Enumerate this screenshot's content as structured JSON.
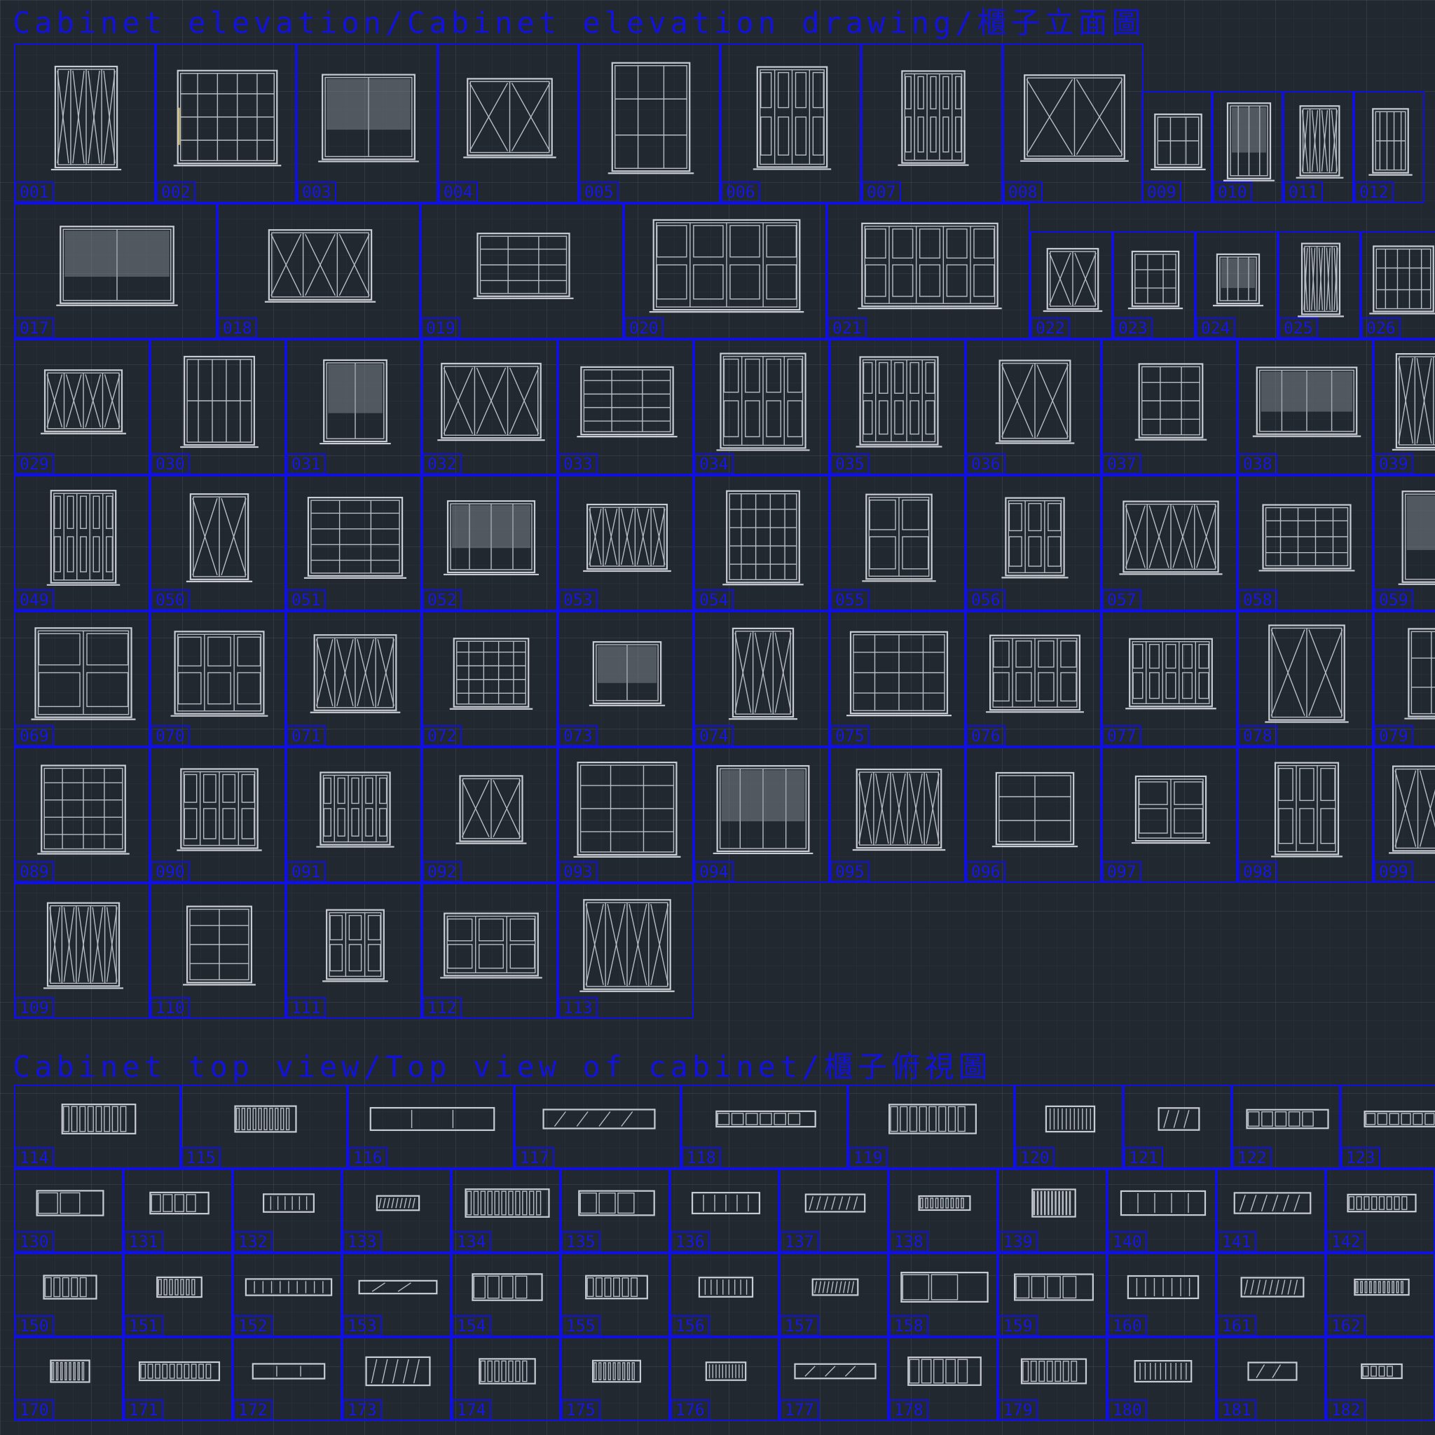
{
  "elevation_title": "Cabinet elevation/Cabinet elevation drawing/櫃子立面圖",
  "top_view_title": "Cabinet top view/Top view of cabinet/櫃子俯視圖",
  "elevation_rows": [
    [
      "001",
      "002",
      "003",
      "004",
      "005",
      "006",
      "007",
      "008",
      "009",
      "010",
      "011",
      "012"
    ],
    [
      "017",
      "018",
      "019",
      "020",
      "021",
      "022",
      "023",
      "024",
      "025",
      "026"
    ],
    [
      "029",
      "030",
      "031",
      "032",
      "033",
      "034",
      "035",
      "036",
      "037",
      "038",
      "039"
    ],
    [
      "049",
      "050",
      "051",
      "052",
      "053",
      "054",
      "055",
      "056",
      "057",
      "058",
      "059"
    ],
    [
      "069",
      "070",
      "071",
      "072",
      "073",
      "074",
      "075",
      "076",
      "077",
      "078",
      "079"
    ],
    [
      "089",
      "090",
      "091",
      "092",
      "093",
      "094",
      "095",
      "096",
      "097",
      "098",
      "099"
    ],
    [
      "109",
      "110",
      "111",
      "112",
      "113"
    ]
  ],
  "top_view_rows": [
    [
      "114",
      "115",
      "116",
      "117",
      "118",
      "119",
      "120",
      "121",
      "122",
      "123"
    ],
    [
      "130",
      "131",
      "132",
      "133",
      "134",
      "135",
      "136",
      "137",
      "138",
      "139",
      "140",
      "141",
      "142"
    ],
    [
      "150",
      "151",
      "152",
      "153",
      "154",
      "155",
      "156",
      "157",
      "158",
      "159",
      "160",
      "161",
      "162"
    ],
    [
      "170",
      "171",
      "172",
      "173",
      "174",
      "175",
      "176",
      "177",
      "178",
      "179",
      "180",
      "181",
      "182"
    ]
  ],
  "colors": {
    "background": "#212830",
    "frame_blue": "#1010e0",
    "drawing_line": "#c9ccd2"
  }
}
